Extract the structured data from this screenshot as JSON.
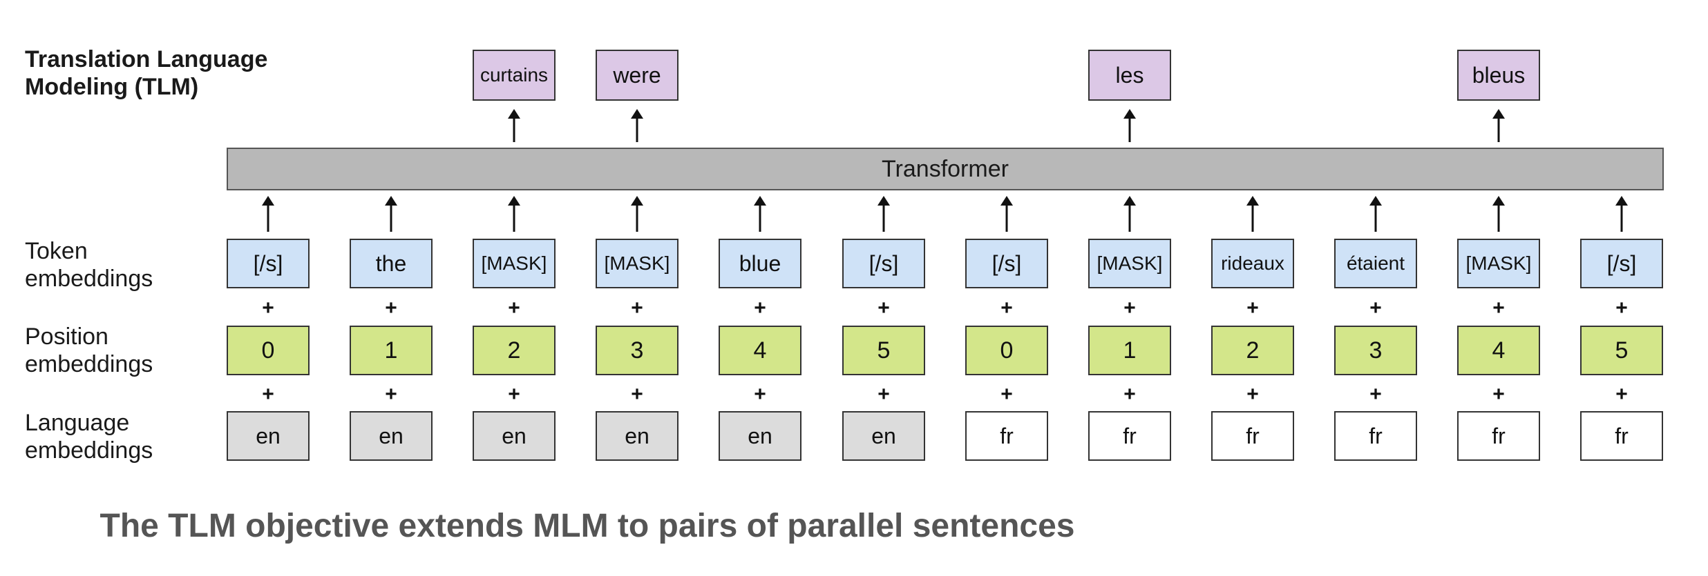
{
  "title": "Translation Language\nModeling (TLM)",
  "row_labels": {
    "token": "Token\nembeddings",
    "position": "Position\nembeddings",
    "language": "Language\nembeddings"
  },
  "transformer_label": "Transformer",
  "columns": [
    {
      "token": "[/s]",
      "position": "0",
      "language": "en",
      "output": ""
    },
    {
      "token": "the",
      "position": "1",
      "language": "en",
      "output": ""
    },
    {
      "token": "[MASK]",
      "position": "2",
      "language": "en",
      "output": "curtains"
    },
    {
      "token": "[MASK]",
      "position": "3",
      "language": "en",
      "output": "were"
    },
    {
      "token": "blue",
      "position": "4",
      "language": "en",
      "output": ""
    },
    {
      "token": "[/s]",
      "position": "5",
      "language": "en",
      "output": ""
    },
    {
      "token": "[/s]",
      "position": "0",
      "language": "fr",
      "output": ""
    },
    {
      "token": "[MASK]",
      "position": "1",
      "language": "fr",
      "output": "les"
    },
    {
      "token": "rideaux",
      "position": "2",
      "language": "fr",
      "output": ""
    },
    {
      "token": "étaient",
      "position": "3",
      "language": "fr",
      "output": ""
    },
    {
      "token": "[MASK]",
      "position": "4",
      "language": "fr",
      "output": "bleus"
    },
    {
      "token": "[/s]",
      "position": "5",
      "language": "fr",
      "output": ""
    }
  ],
  "plus_sign": "+",
  "caption": "The TLM objective extends MLM to pairs of parallel sentences",
  "colors": {
    "token_fill": "#cfe2f7",
    "position_fill": "#d3e68a",
    "language_en_fill": "#dcdcdc",
    "language_fr_fill": "#ffffff",
    "output_fill": "#dcc8e6",
    "transformer_fill": "#b8b8b8"
  }
}
